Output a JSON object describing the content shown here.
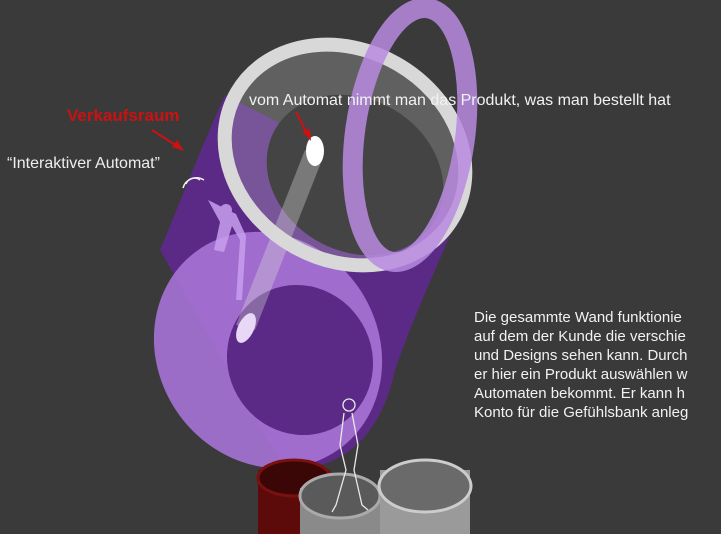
{
  "labels": {
    "verkaufsraum": "Verkaufsraum",
    "interaktiver_automat": "“Interaktiver Automat”",
    "automat_caption": "vom Automat nimmt man das Produkt, was man bestellt hat"
  },
  "description_lines": [
    "Die gesammte Wand funktionie",
    "auf dem der Kunde die verschie",
    "und Designs sehen kann. Durch",
    "er hier ein Produkt auswählen w",
    "Automaten bekommt. Er kann h",
    "Konto für die Gefühlsbank anleg"
  ],
  "icons": [
    "person-figure-icon",
    "touch-gesture-icon",
    "standing-person-icon",
    "product-capsule-icon",
    "arrow-icon"
  ],
  "colors": {
    "background": "#3a3a3a",
    "purple_dark": "#5a2a86",
    "purple_light": "#b98be0",
    "accent_red": "#cc1111",
    "white_ring": "#d8d8d8"
  }
}
